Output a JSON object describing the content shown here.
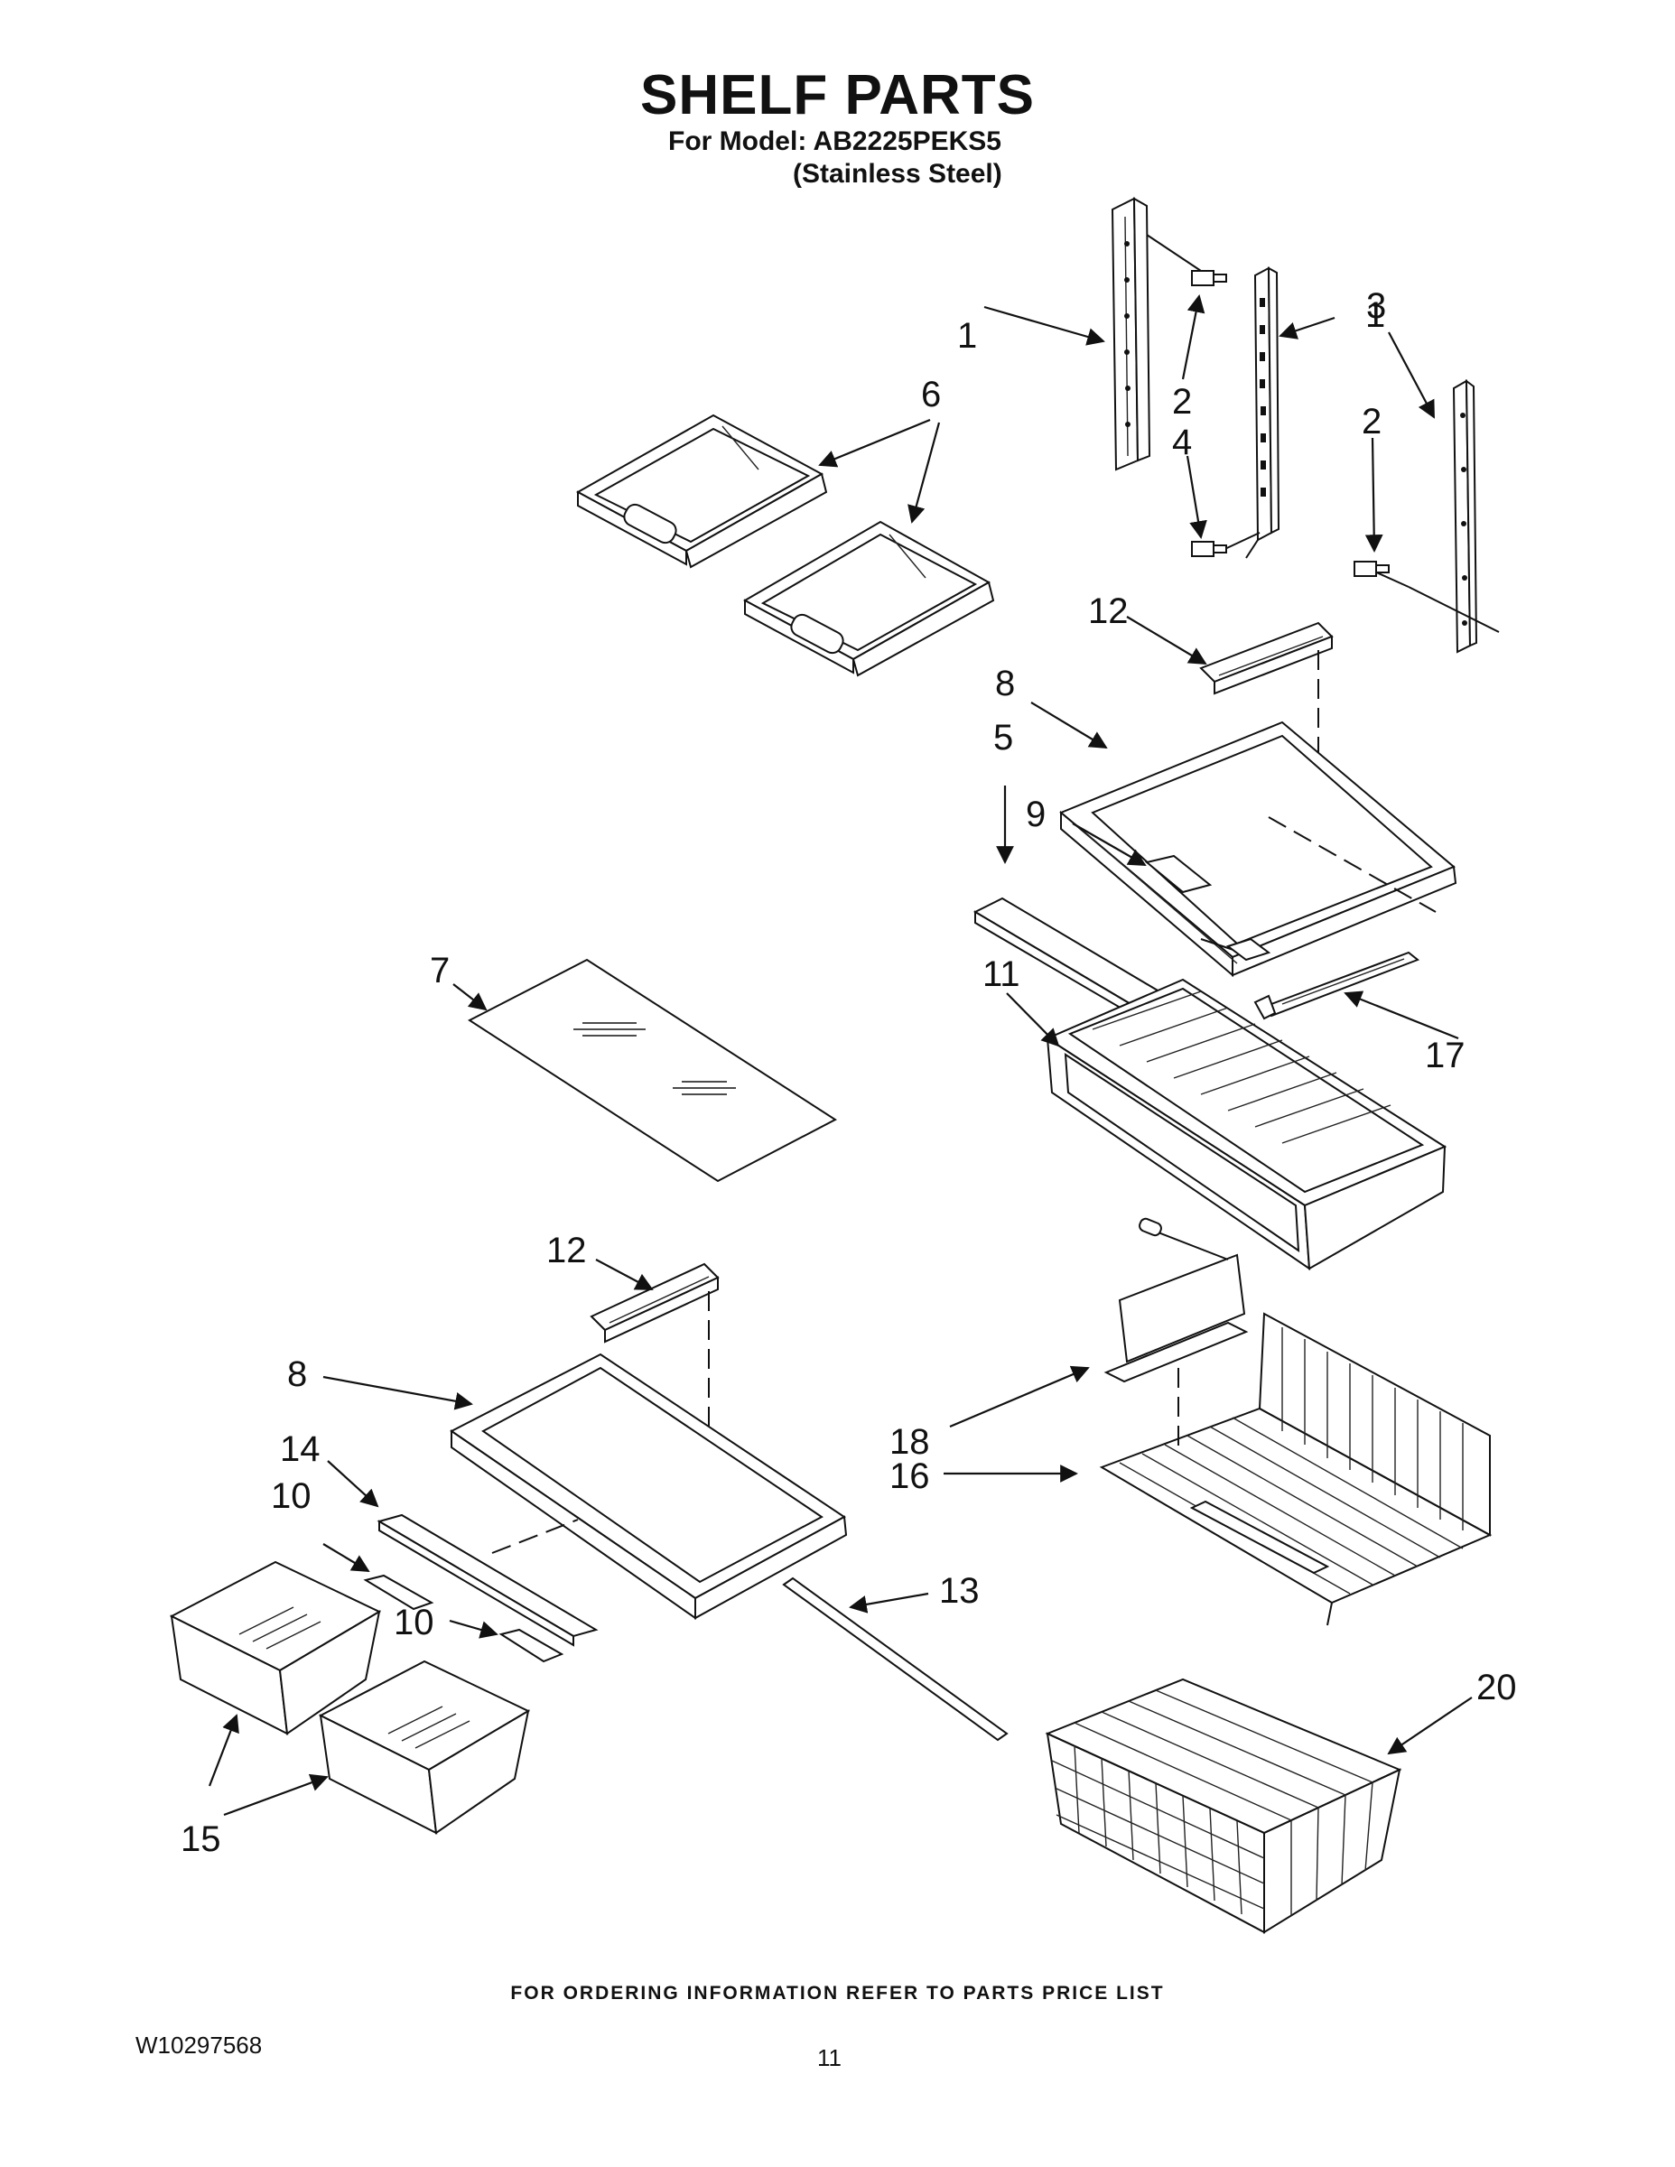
{
  "header": {
    "title": "SHELF PARTS",
    "model_line": "For Model: AB2225PEKS5",
    "variant_line": "(Stainless Steel)"
  },
  "callouts": {
    "c1a": "1",
    "c1b": "1",
    "c2a": "2",
    "c2b": "2",
    "c3": "3",
    "c4": "4",
    "c5": "5",
    "c6": "6",
    "c7": "7",
    "c8a": "8",
    "c8b": "8",
    "c9": "9",
    "c10a": "10",
    "c10b": "10",
    "c11": "11",
    "c12a": "12",
    "c12b": "12",
    "c13": "13",
    "c14": "14",
    "c15": "15",
    "c16": "16",
    "c17": "17",
    "c18": "18",
    "c20": "20"
  },
  "footer": {
    "ordering_note": "FOR ORDERING INFORMATION REFER TO PARTS PRICE LIST",
    "doc_number": "W10297568",
    "page_number": "11"
  }
}
